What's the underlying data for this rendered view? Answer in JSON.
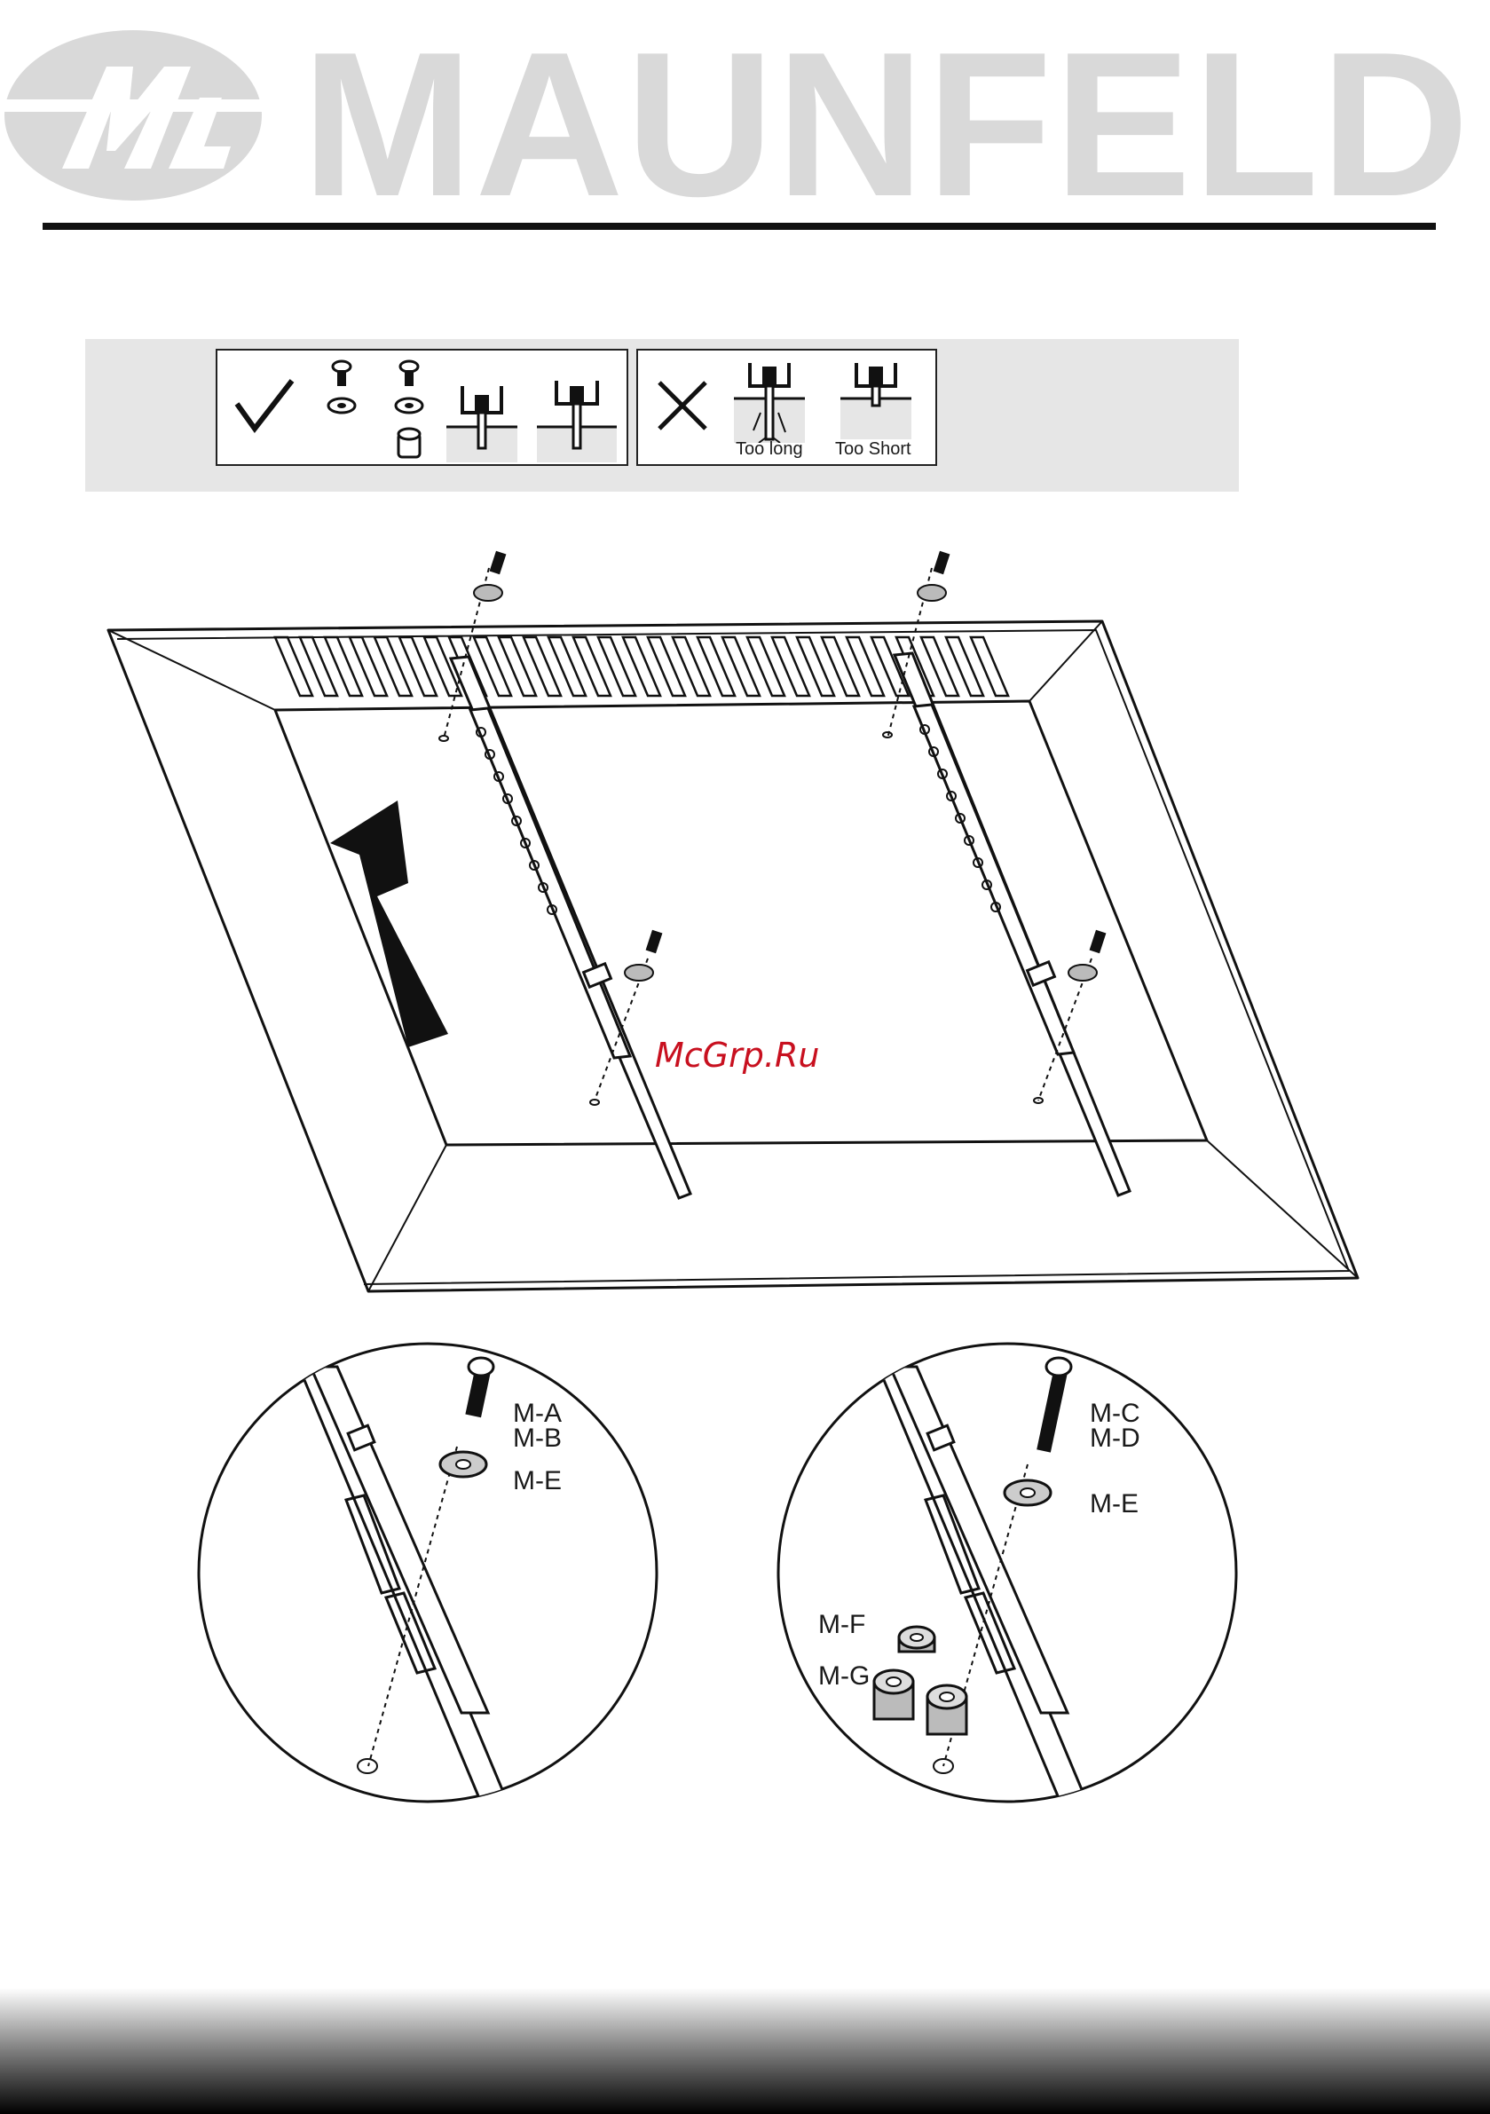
{
  "header": {
    "brand": "MAUNFELD",
    "logo_initials": "M",
    "colors": {
      "logo_gray": "#d9d9d9",
      "rule": "#111111"
    }
  },
  "screw_guide": {
    "correct_mark": "check-icon",
    "wrong_mark": "cross-icon",
    "too_long_label": "Too long",
    "too_short_label": "Too Short",
    "panel_color": "#e6e6e6"
  },
  "main_illustration": {
    "arrow": "up-arrow-icon",
    "watermark": "McGrp.Ru",
    "watermark_color": "#c8101f"
  },
  "detail_left": {
    "labels": [
      "M-A",
      "M-B",
      "M-E"
    ]
  },
  "detail_right": {
    "labels": [
      "M-C",
      "M-D",
      "M-E",
      "M-F",
      "M-G"
    ]
  },
  "footer": {
    "gradient": [
      "#ffffff",
      "#000000"
    ]
  }
}
